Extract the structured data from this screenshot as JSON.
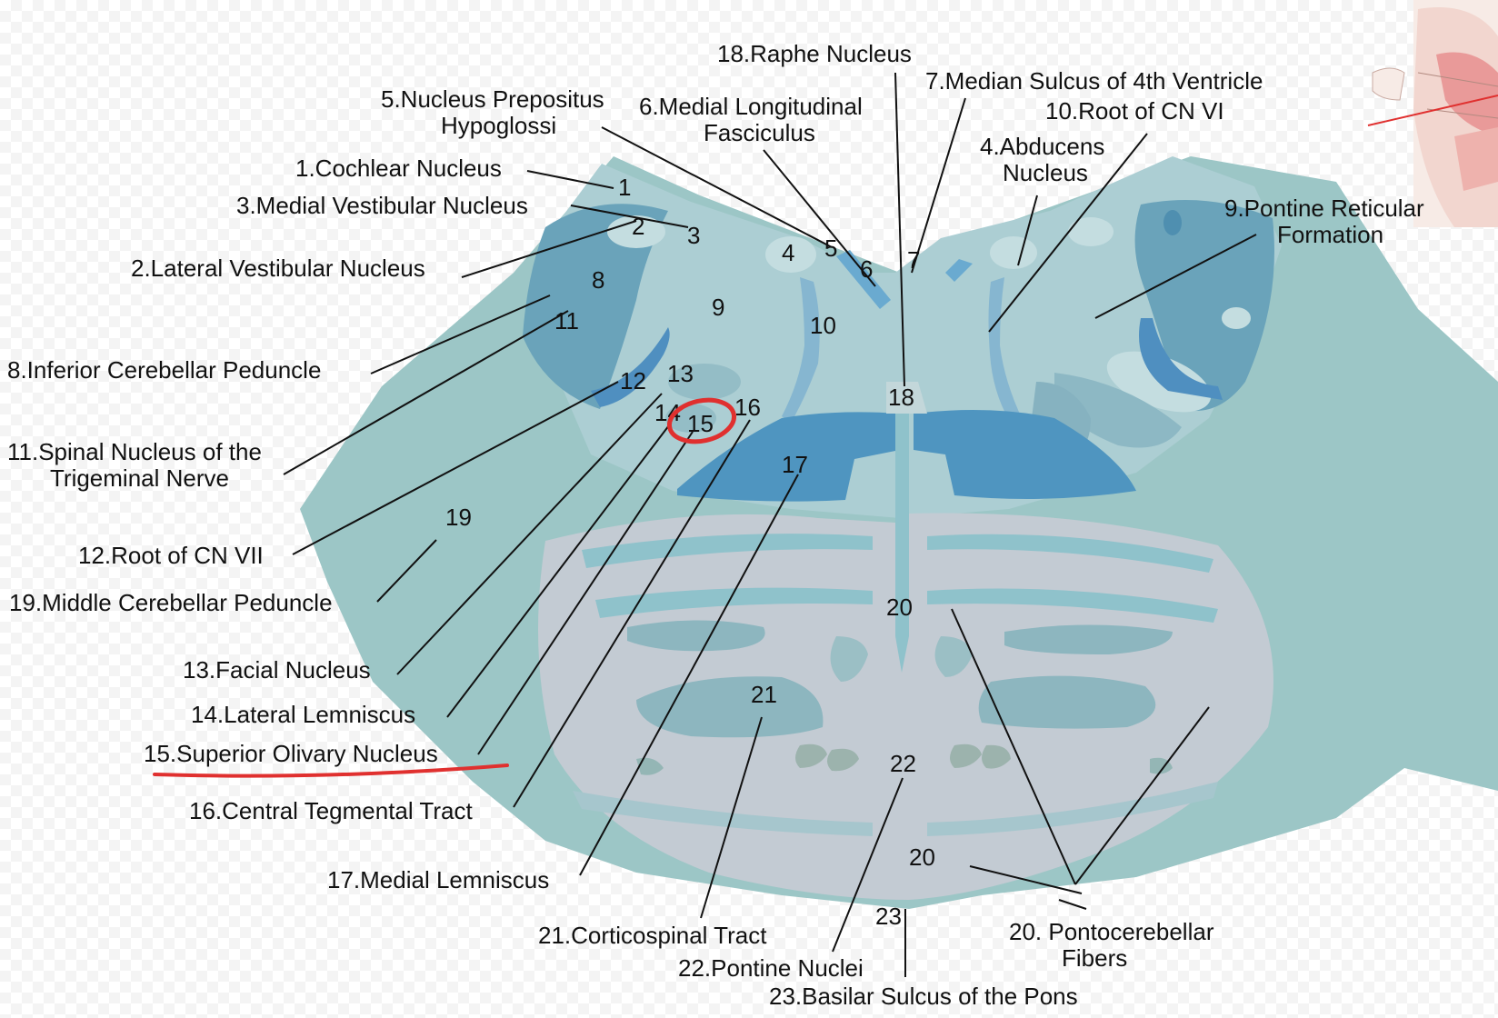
{
  "colors": {
    "outer": "#9cc6c6",
    "tegmentum": "#acced3",
    "dark_blue": "#6aa3ba",
    "medium_blue": "#559ec4",
    "basis": "#c3cbd3",
    "pontine_nuclei": "#8db6bf",
    "highlight": "#e0302f"
  },
  "highlighted_structure": "15",
  "labels": {
    "l1": "1.Cochlear Nucleus",
    "l2": "2.Lateral Vestibular Nucleus",
    "l3": "3.Medial Vestibular Nucleus",
    "l4a": "4.Abducens",
    "l4b": "Nucleus",
    "l5a": "5.Nucleus Prepositus",
    "l5b": "Hypoglossi",
    "l6a": "6.Medial Longitudinal",
    "l6b": "Fasciculus",
    "l7": "7.Median Sulcus of 4th Ventricle",
    "l8": "8.Inferior Cerebellar Peduncle",
    "l9a": "9.Pontine Reticular",
    "l9b": "Formation",
    "l10": "10.Root of CN VI",
    "l11a": "11.Spinal Nucleus of the",
    "l11b": "Trigeminal Nerve",
    "l12": "12.Root of CN VII",
    "l13": "13.Facial Nucleus",
    "l14": "14.Lateral Lemniscus",
    "l15": "15.Superior Olivary Nucleus",
    "l16": "16.Central Tegmental Tract",
    "l17": "17.Medial Lemniscus",
    "l18": "18.Raphe Nucleus",
    "l19": "19.Middle Cerebellar Peduncle",
    "l20a": "20. Pontocerebellar",
    "l20b": "Fibers",
    "l21": "21.Corticospinal Tract",
    "l22": "22.Pontine Nuclei",
    "l23": "23.Basilar Sulcus of the Pons"
  },
  "numbers": {
    "n1": "1",
    "n2": "2",
    "n3": "3",
    "n4": "4",
    "n5": "5",
    "n6": "6",
    "n7": "7",
    "n8": "8",
    "n9": "9",
    "n10": "10",
    "n11": "11",
    "n12": "12",
    "n13": "13",
    "n14": "14",
    "n15": "15",
    "n16": "16",
    "n17": "17",
    "n18": "18",
    "n19": "19",
    "n20a": "20",
    "n20b": "20",
    "n21": "21",
    "n22": "22",
    "n23": "23"
  }
}
